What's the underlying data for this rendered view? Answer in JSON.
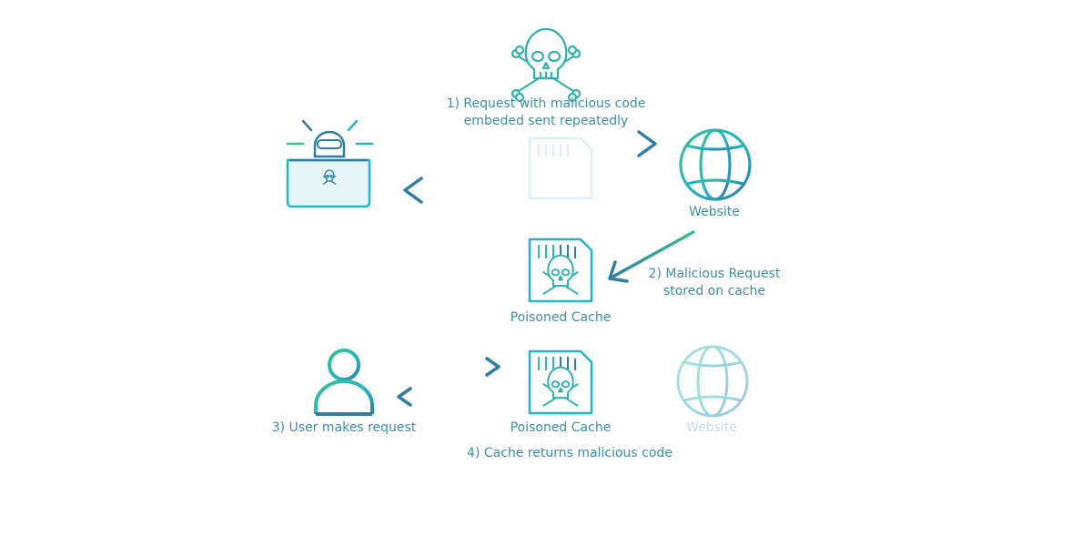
{
  "labels": {
    "step1_line1": "1) Request with malicious code",
    "step1_line2": "embeded sent repeatedly",
    "website_top": "Website",
    "step2_line1": "2) Malicious Request",
    "step2_line2": "stored on cache",
    "poisoned_cache_top": "Poisoned Cache",
    "step3": "3) User makes request",
    "poisoned_cache_bottom": "Poisoned Cache",
    "website_bottom": "Website",
    "step4": "4) Cache returns malicious code"
  },
  "colors": {
    "teal_dark": "#2e7fa3",
    "teal": "#22b5c8",
    "green": "#39c28f",
    "label": "#3b8fa6",
    "faded": "#c7dde3"
  },
  "icons": [
    "skull-crossbones-icon",
    "hacker-laptop-icon",
    "globe-icon",
    "cache-card-icon",
    "user-icon"
  ]
}
